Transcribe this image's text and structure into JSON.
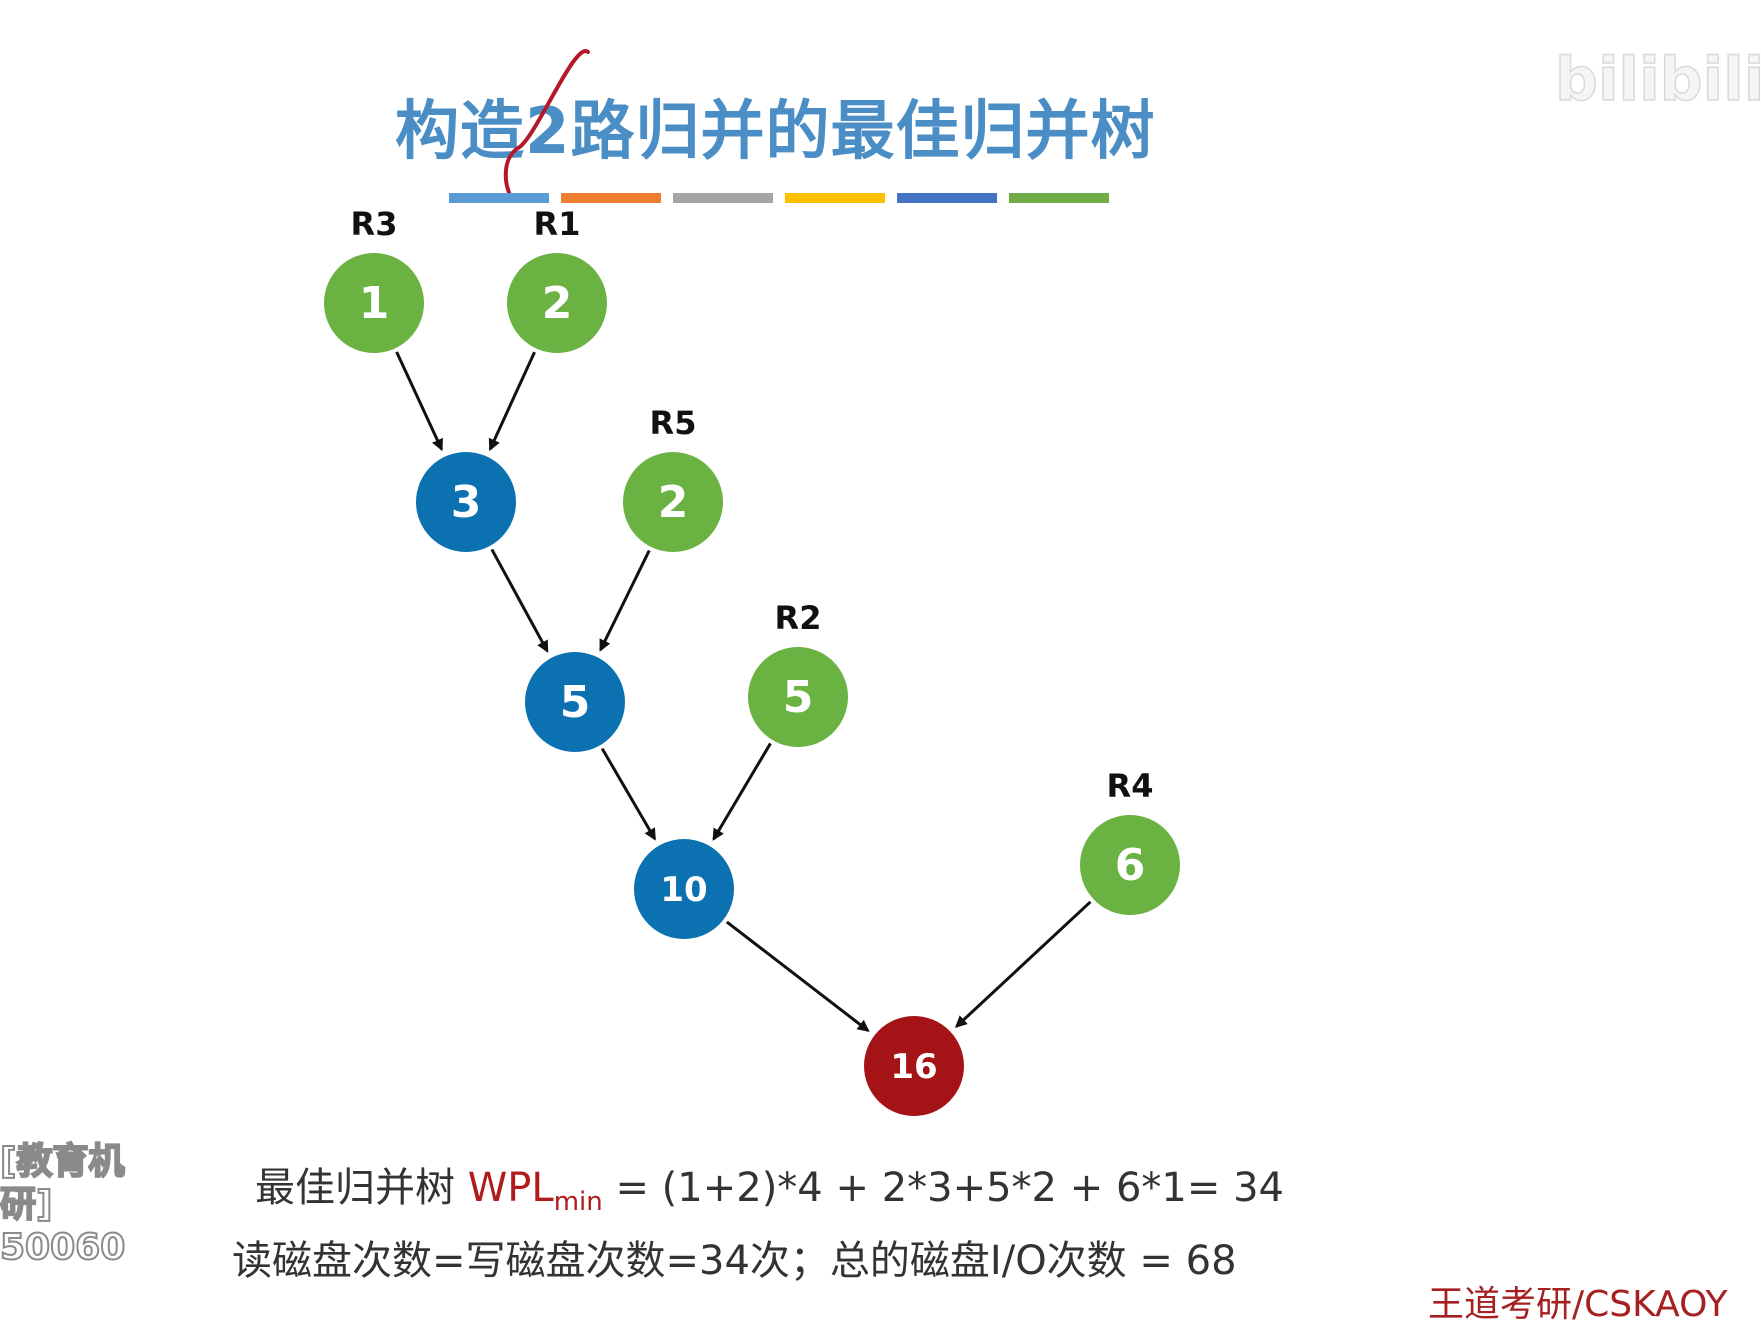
{
  "title": "构造2路归并的最佳归并树",
  "color_bar": [
    "#5b9bd5",
    "#ed7d31",
    "#a5a5a5",
    "#ffc000",
    "#4472c4",
    "#70ad47"
  ],
  "colors": {
    "leaf": "#6ab343",
    "internal": "#0b71b0",
    "root": "#a41416",
    "edge": "#111111"
  },
  "tree": {
    "nodes": [
      {
        "id": "r3",
        "value": "1",
        "label": "R3",
        "kind": "leaf"
      },
      {
        "id": "r1",
        "value": "2",
        "label": "R1",
        "kind": "leaf"
      },
      {
        "id": "n3",
        "value": "3",
        "label": "",
        "kind": "internal"
      },
      {
        "id": "r5",
        "value": "2",
        "label": "R5",
        "kind": "leaf"
      },
      {
        "id": "n5",
        "value": "5",
        "label": "",
        "kind": "internal"
      },
      {
        "id": "r2",
        "value": "5",
        "label": "R2",
        "kind": "leaf"
      },
      {
        "id": "n10",
        "value": "10",
        "label": "",
        "kind": "internal"
      },
      {
        "id": "r4",
        "value": "6",
        "label": "R4",
        "kind": "leaf"
      },
      {
        "id": "n16",
        "value": "16",
        "label": "",
        "kind": "root"
      }
    ],
    "edges": [
      [
        "r3",
        "n3"
      ],
      [
        "r1",
        "n3"
      ],
      [
        "n3",
        "n5"
      ],
      [
        "r5",
        "n5"
      ],
      [
        "n5",
        "n10"
      ],
      [
        "r2",
        "n10"
      ],
      [
        "n10",
        "n16"
      ],
      [
        "r4",
        "n16"
      ]
    ]
  },
  "formula": {
    "prefix": "最佳归并树",
    "wpl": "WPL",
    "wpl_sub": "min",
    "expression": "= (1+2)*4 + 2*3+5*2 + 6*1= 34"
  },
  "io_line": "读磁盘次数=写磁盘次数=34次；总的磁盘I/O次数 = 68",
  "watermark_left": [
    "[教育机研]",
    "50060"
  ],
  "watermark_right": "bilibili",
  "credit": "王道考研/CSKAOY"
}
